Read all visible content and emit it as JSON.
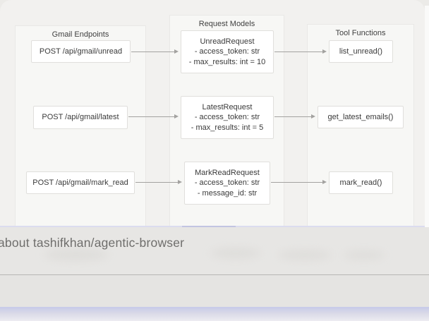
{
  "diagram": {
    "endpoints_panel": {
      "title": "Gmail Endpoints",
      "items": [
        "POST /api/gmail/unread",
        "POST /api/gmail/latest",
        "POST /api/gmail/mark_read"
      ]
    },
    "models_panel": {
      "title": "Request Models",
      "items": [
        {
          "name": "UnreadRequest",
          "fields": [
            "- access_token: str",
            "- max_results: int = 10"
          ]
        },
        {
          "name": "LatestRequest",
          "fields": [
            "- access_token: str",
            "- max_results: int = 5"
          ]
        },
        {
          "name": "MarkReadRequest",
          "fields": [
            "- access_token: str",
            "- message_id: str"
          ]
        }
      ]
    },
    "functions_panel": {
      "title": "Tool Functions",
      "items": [
        "list_unread()",
        "get_latest_emails()",
        "mark_read()"
      ]
    }
  },
  "overlay": {
    "text": "about tashifkhan/agentic-browser"
  },
  "colors": {
    "accent_lavender": "#c7cae9",
    "panel_bg": "#f7f7f5",
    "node_border": "#e0dfdc",
    "arrow": "#a3a2a0"
  }
}
